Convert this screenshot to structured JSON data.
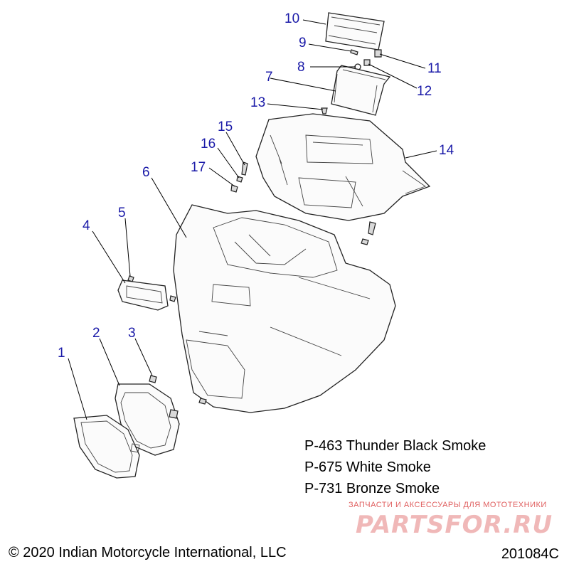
{
  "diagram": {
    "callouts": [
      "1",
      "2",
      "3",
      "4",
      "5",
      "6",
      "7",
      "8",
      "9",
      "10",
      "11",
      "12",
      "13",
      "14",
      "15",
      "16",
      "17"
    ],
    "color_codes": [
      "P-463 Thunder Black Smoke",
      "P-675 White Smoke",
      "P-731 Bronze Smoke"
    ],
    "copyright": "© 2020 Indian Motorcycle International, LLC",
    "figure_number": "201084C",
    "watermark": {
      "subtitle": "ЗАПЧАСТИ И АКСЕССУАРЫ ДЛЯ МОТОТЕХНИКИ",
      "brand": "PARTSFOR.RU"
    }
  }
}
